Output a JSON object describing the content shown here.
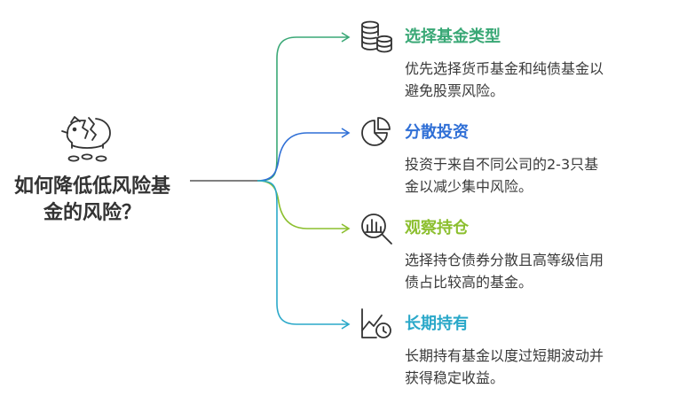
{
  "central": {
    "title_lines": [
      "如何降低低风险基",
      "金的风险？"
    ],
    "icon": "broken-piggy-bank-icon"
  },
  "branches": [
    {
      "title": "选择基金类型",
      "desc_lines": [
        "优先选择货币基金和纯债基金以",
        "避免股票风险。"
      ],
      "color": "#3aa876",
      "icon": "coin-stack-icon"
    },
    {
      "title": "分散投资",
      "desc_lines": [
        "投资于来自不同公司的2-3只基",
        "金以减少集中风险。"
      ],
      "color": "#2f6fd6",
      "icon": "pie-chart-icon"
    },
    {
      "title": "观察持仓",
      "desc_lines": [
        "选择持仓债券分散且高等级信用",
        "债占比较高的基金。"
      ],
      "color": "#8cbf2f",
      "icon": "magnifier-chart-icon"
    },
    {
      "title": "长期持有",
      "desc_lines": [
        "长期持有基金以度过短期波动并",
        "获得稳定收益。"
      ],
      "color": "#2aa8c9",
      "icon": "chart-clock-icon"
    }
  ],
  "connector_color": "#555555",
  "icon_stroke": "#333333"
}
